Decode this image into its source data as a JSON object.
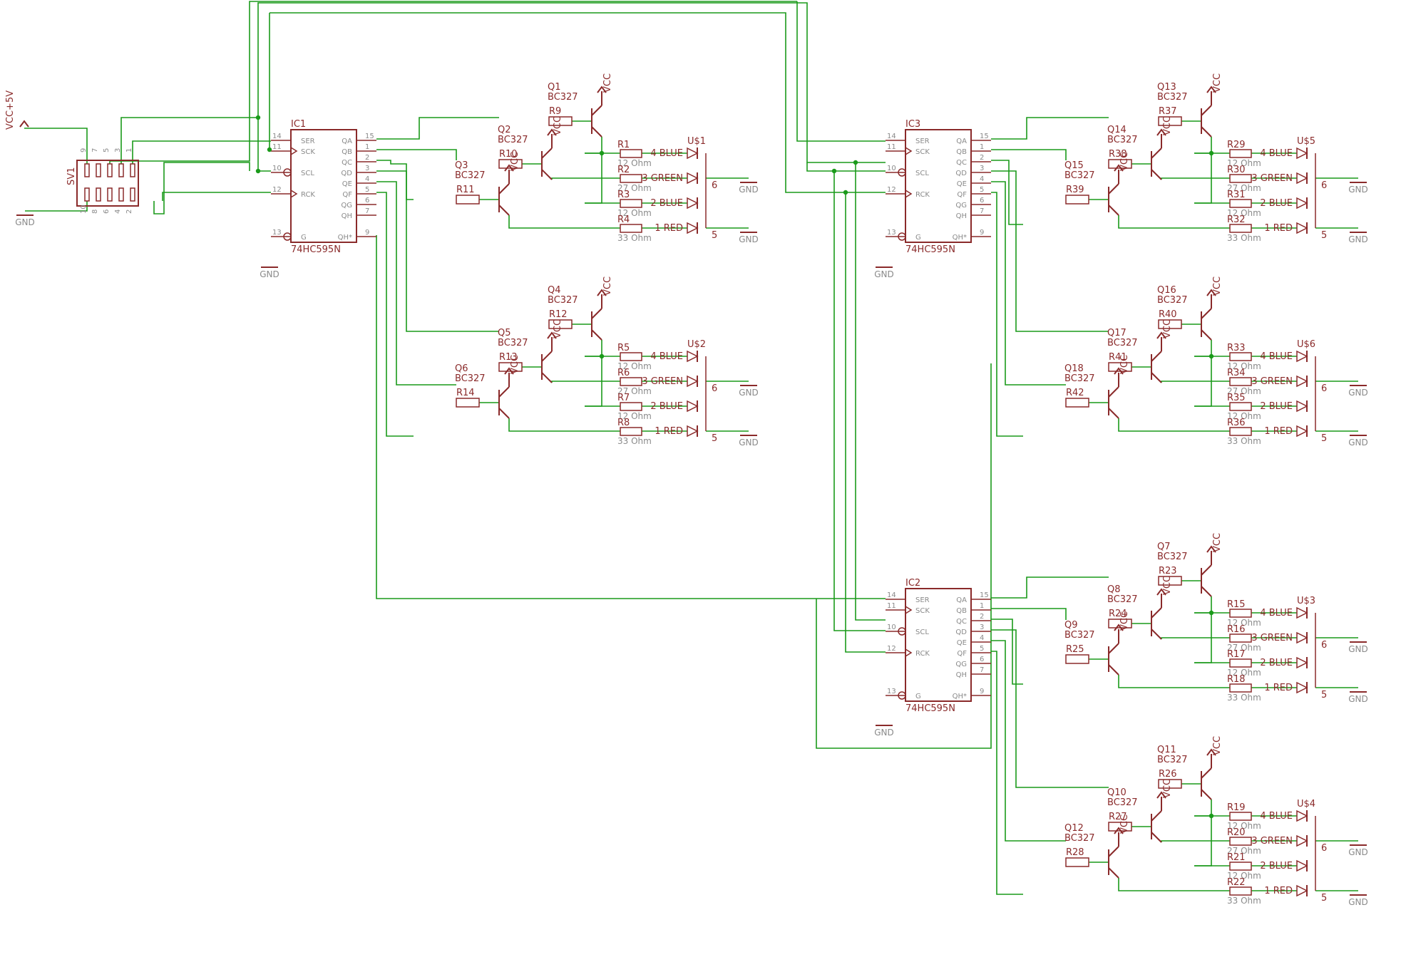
{
  "header": {
    "vcc": "VCC+5V",
    "gnd": "GND"
  },
  "connector": {
    "name": "SV1",
    "top_pins": [
      "9",
      "7",
      "5",
      "3",
      "1"
    ],
    "bottom_pins": [
      "10",
      "8",
      "6",
      "4",
      "2"
    ]
  },
  "ics": [
    {
      "name": "IC1",
      "model": "74HC595N"
    },
    {
      "name": "IC3",
      "model": "74HC595N"
    },
    {
      "name": "IC2",
      "model": "74HC595N"
    }
  ],
  "ic_pins": {
    "left": [
      {
        "num": "14",
        "label": "SER"
      },
      {
        "num": "11",
        "label": "SCK"
      },
      {
        "num": "10",
        "label": "SCL"
      },
      {
        "num": "12",
        "label": "RCK"
      },
      {
        "num": "13",
        "label": "G"
      }
    ],
    "right": [
      {
        "num": "15",
        "label": "QA"
      },
      {
        "num": "1",
        "label": "QB"
      },
      {
        "num": "2",
        "label": "QC"
      },
      {
        "num": "3",
        "label": "QD"
      },
      {
        "num": "4",
        "label": "QE"
      },
      {
        "num": "5",
        "label": "QF"
      },
      {
        "num": "6",
        "label": "QG"
      },
      {
        "num": "7",
        "label": "QH"
      },
      {
        "num": "9",
        "label": "QH*"
      }
    ]
  },
  "transistor_model": "BC327",
  "vcc_label": "VCC",
  "gnd_label": "GND",
  "groups": [
    {
      "led": "U$1",
      "q": [
        "Q1",
        "Q2",
        "Q3"
      ],
      "rb": [
        "R9",
        "R10",
        "R11"
      ],
      "r": [
        "R1",
        "R2",
        "R3",
        "R4"
      ]
    },
    {
      "led": "U$2",
      "q": [
        "Q4",
        "Q5",
        "Q6"
      ],
      "rb": [
        "R12",
        "R13",
        "R14"
      ],
      "r": [
        "R5",
        "R6",
        "R7",
        "R8"
      ]
    },
    {
      "led": "U$5",
      "q": [
        "Q13",
        "Q14",
        "Q15"
      ],
      "rb": [
        "R37",
        "R38",
        "R39"
      ],
      "r": [
        "R29",
        "R30",
        "R31",
        "R32"
      ]
    },
    {
      "led": "U$6",
      "q": [
        "Q16",
        "Q17",
        "Q18"
      ],
      "rb": [
        "R40",
        "R41",
        "R42"
      ],
      "r": [
        "R33",
        "R34",
        "R35",
        "R36"
      ]
    },
    {
      "led": "U$3",
      "q": [
        "Q7",
        "Q8",
        "Q9"
      ],
      "rb": [
        "R23",
        "R24",
        "R25"
      ],
      "r": [
        "R15",
        "R16",
        "R17",
        "R18"
      ]
    },
    {
      "led": "U$4",
      "q": [
        "Q11",
        "Q10",
        "Q12"
      ],
      "rb": [
        "R26",
        "R27",
        "R28"
      ],
      "r": [
        "R19",
        "R20",
        "R21",
        "R22"
      ]
    }
  ],
  "resistor_values": [
    "12 Ohm",
    "27 Ohm",
    "12 Ohm",
    "33 Ohm"
  ],
  "led_labels": [
    "4 BLUE",
    "3 GREEN",
    "2 BLUE",
    "1 RED"
  ],
  "led_pin_numbers": [
    "6",
    "5"
  ]
}
